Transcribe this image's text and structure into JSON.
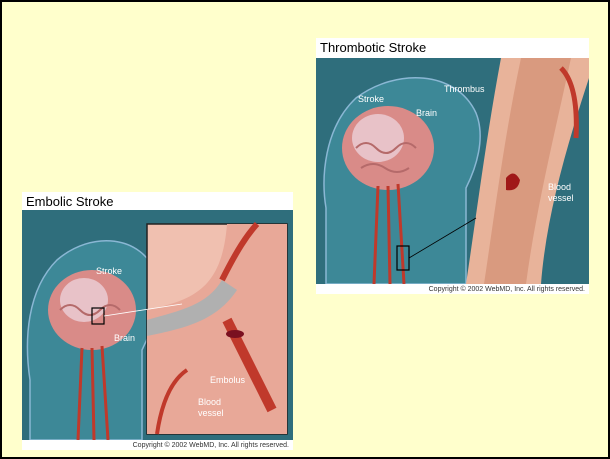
{
  "thrombotic": {
    "title": "Thrombotic Stroke",
    "labels": {
      "stroke": "Stroke",
      "brain": "Brain",
      "thrombus": "Thrombus",
      "blood_vessel": "Blood\nvessel"
    },
    "copyright": "Copyright © 2002 WebMD, Inc. All rights reserved."
  },
  "embolic": {
    "title": "Embolic Stroke",
    "labels": {
      "stroke": "Stroke",
      "brain": "Brain",
      "embolus": "Embolus",
      "blood_vessel": "Blood\nvessel"
    },
    "copyright": "Copyright © 2002 WebMD, Inc. All rights reserved."
  },
  "colors": {
    "slide_background": "#ffffcc",
    "illustration_background": "#2f6e7c",
    "vessel": "#e8b39a",
    "artery": "#c0392b"
  }
}
